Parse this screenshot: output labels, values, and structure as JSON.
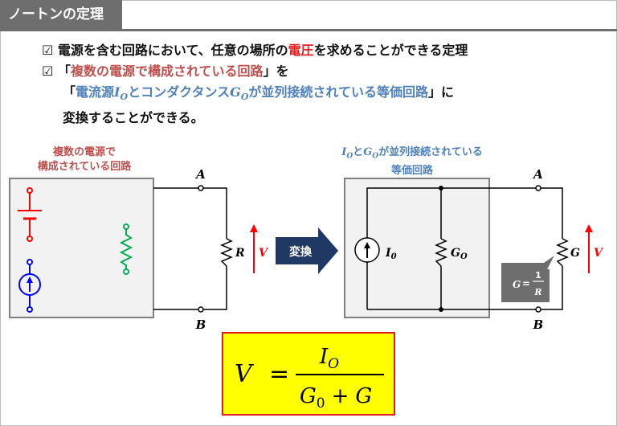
{
  "header": {
    "title": "ノートンの定理"
  },
  "bullets": {
    "check_mark": "☑",
    "line1": {
      "a": "電源を含む回路において、任意の場所の",
      "b": "電圧",
      "c": "を求めることができる定理"
    },
    "line2": {
      "a": "「",
      "b": "複数の電源で構成されている回路",
      "c": "」を"
    },
    "line3": {
      "a": "「",
      "b1": "電流源",
      "b_sym": "I",
      "b_sub": "O",
      "b2": "とコンダクタンス",
      "b_sym2": "G",
      "b_sub2": "O",
      "b3": "が並列接続されている等価回路",
      "c": "」に"
    },
    "line4": "変換することができる。"
  },
  "left_circuit": {
    "caption_line1": "複数の電源で",
    "caption_line2": "構成されている回路",
    "terminal_a": "A",
    "terminal_b": "B",
    "load_label": "R",
    "voltage_label": "V"
  },
  "arrow_label": "変換",
  "right_circuit": {
    "caption_sym1": "I",
    "caption_sub1": "O",
    "caption_mid": "と",
    "caption_sym2": "G",
    "caption_sub2": "O",
    "caption_rest": "が並列接続されている",
    "caption_line2": "等価回路",
    "source_sym": "I",
    "source_sub": "0",
    "conductance_sym": "G",
    "conductance_sub": "O",
    "terminal_a": "A",
    "terminal_b": "B",
    "load_label": "G",
    "voltage_label": "V",
    "callout_lhs": "G",
    "callout_eq": "=",
    "callout_num": "1",
    "callout_den": "R"
  },
  "formula": {
    "lhs": "V",
    "eq": "=",
    "num_sym": "I",
    "num_sub": "O",
    "den_sym1": "G",
    "den_sub1": "0",
    "den_plus": "+",
    "den_sym2": "G"
  },
  "colors": {
    "header_gray": "#6e6e6e",
    "red": "#e01e1e",
    "caption_red": "#c0504d",
    "caption_blue": "#4f81bd",
    "battery_red": "#ff0000",
    "source_blue": "#0000ff",
    "resistor_green": "#00b050",
    "arrow_navy": "#1f3864",
    "formula_bg": "#ffff00"
  }
}
